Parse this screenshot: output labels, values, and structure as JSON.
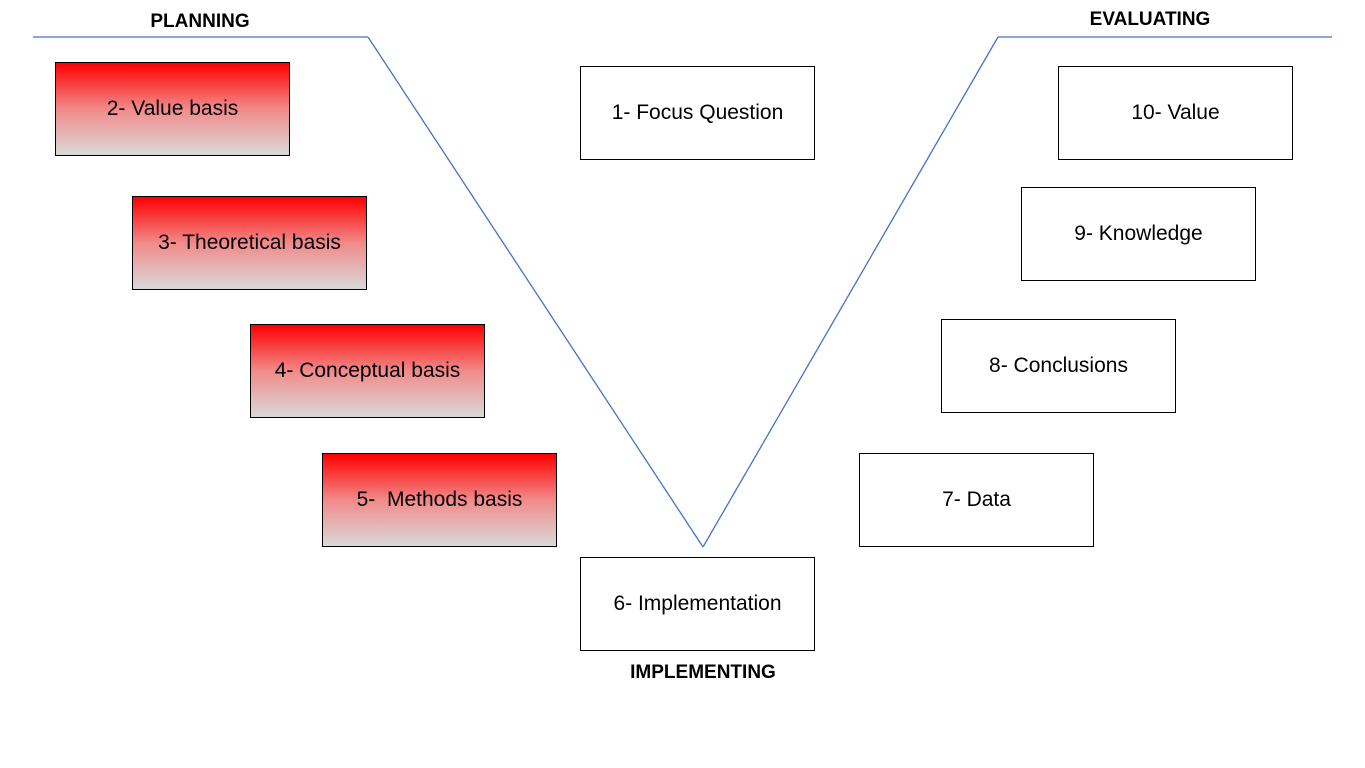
{
  "headings": {
    "planning": "PLANNING",
    "evaluating": "EVALUATING",
    "implementing": "IMPLEMENTING"
  },
  "boxes": {
    "value_basis": "2- Value basis",
    "theoretical_basis": "3- Theoretical basis",
    "conceptual_basis": "4- Conceptual basis",
    "methods_basis": "5-  Methods basis",
    "focus_question": "1- Focus Question",
    "implementation": "6- Implementation",
    "data": "7- Data",
    "conclusions": "8- Conclusions",
    "knowledge": "9- Knowledge",
    "value": "10- Value"
  },
  "colors": {
    "line": "#4472c4",
    "highlight_top": "#ff0000",
    "highlight_bottom": "#d9d9d9",
    "border": "#000000"
  }
}
